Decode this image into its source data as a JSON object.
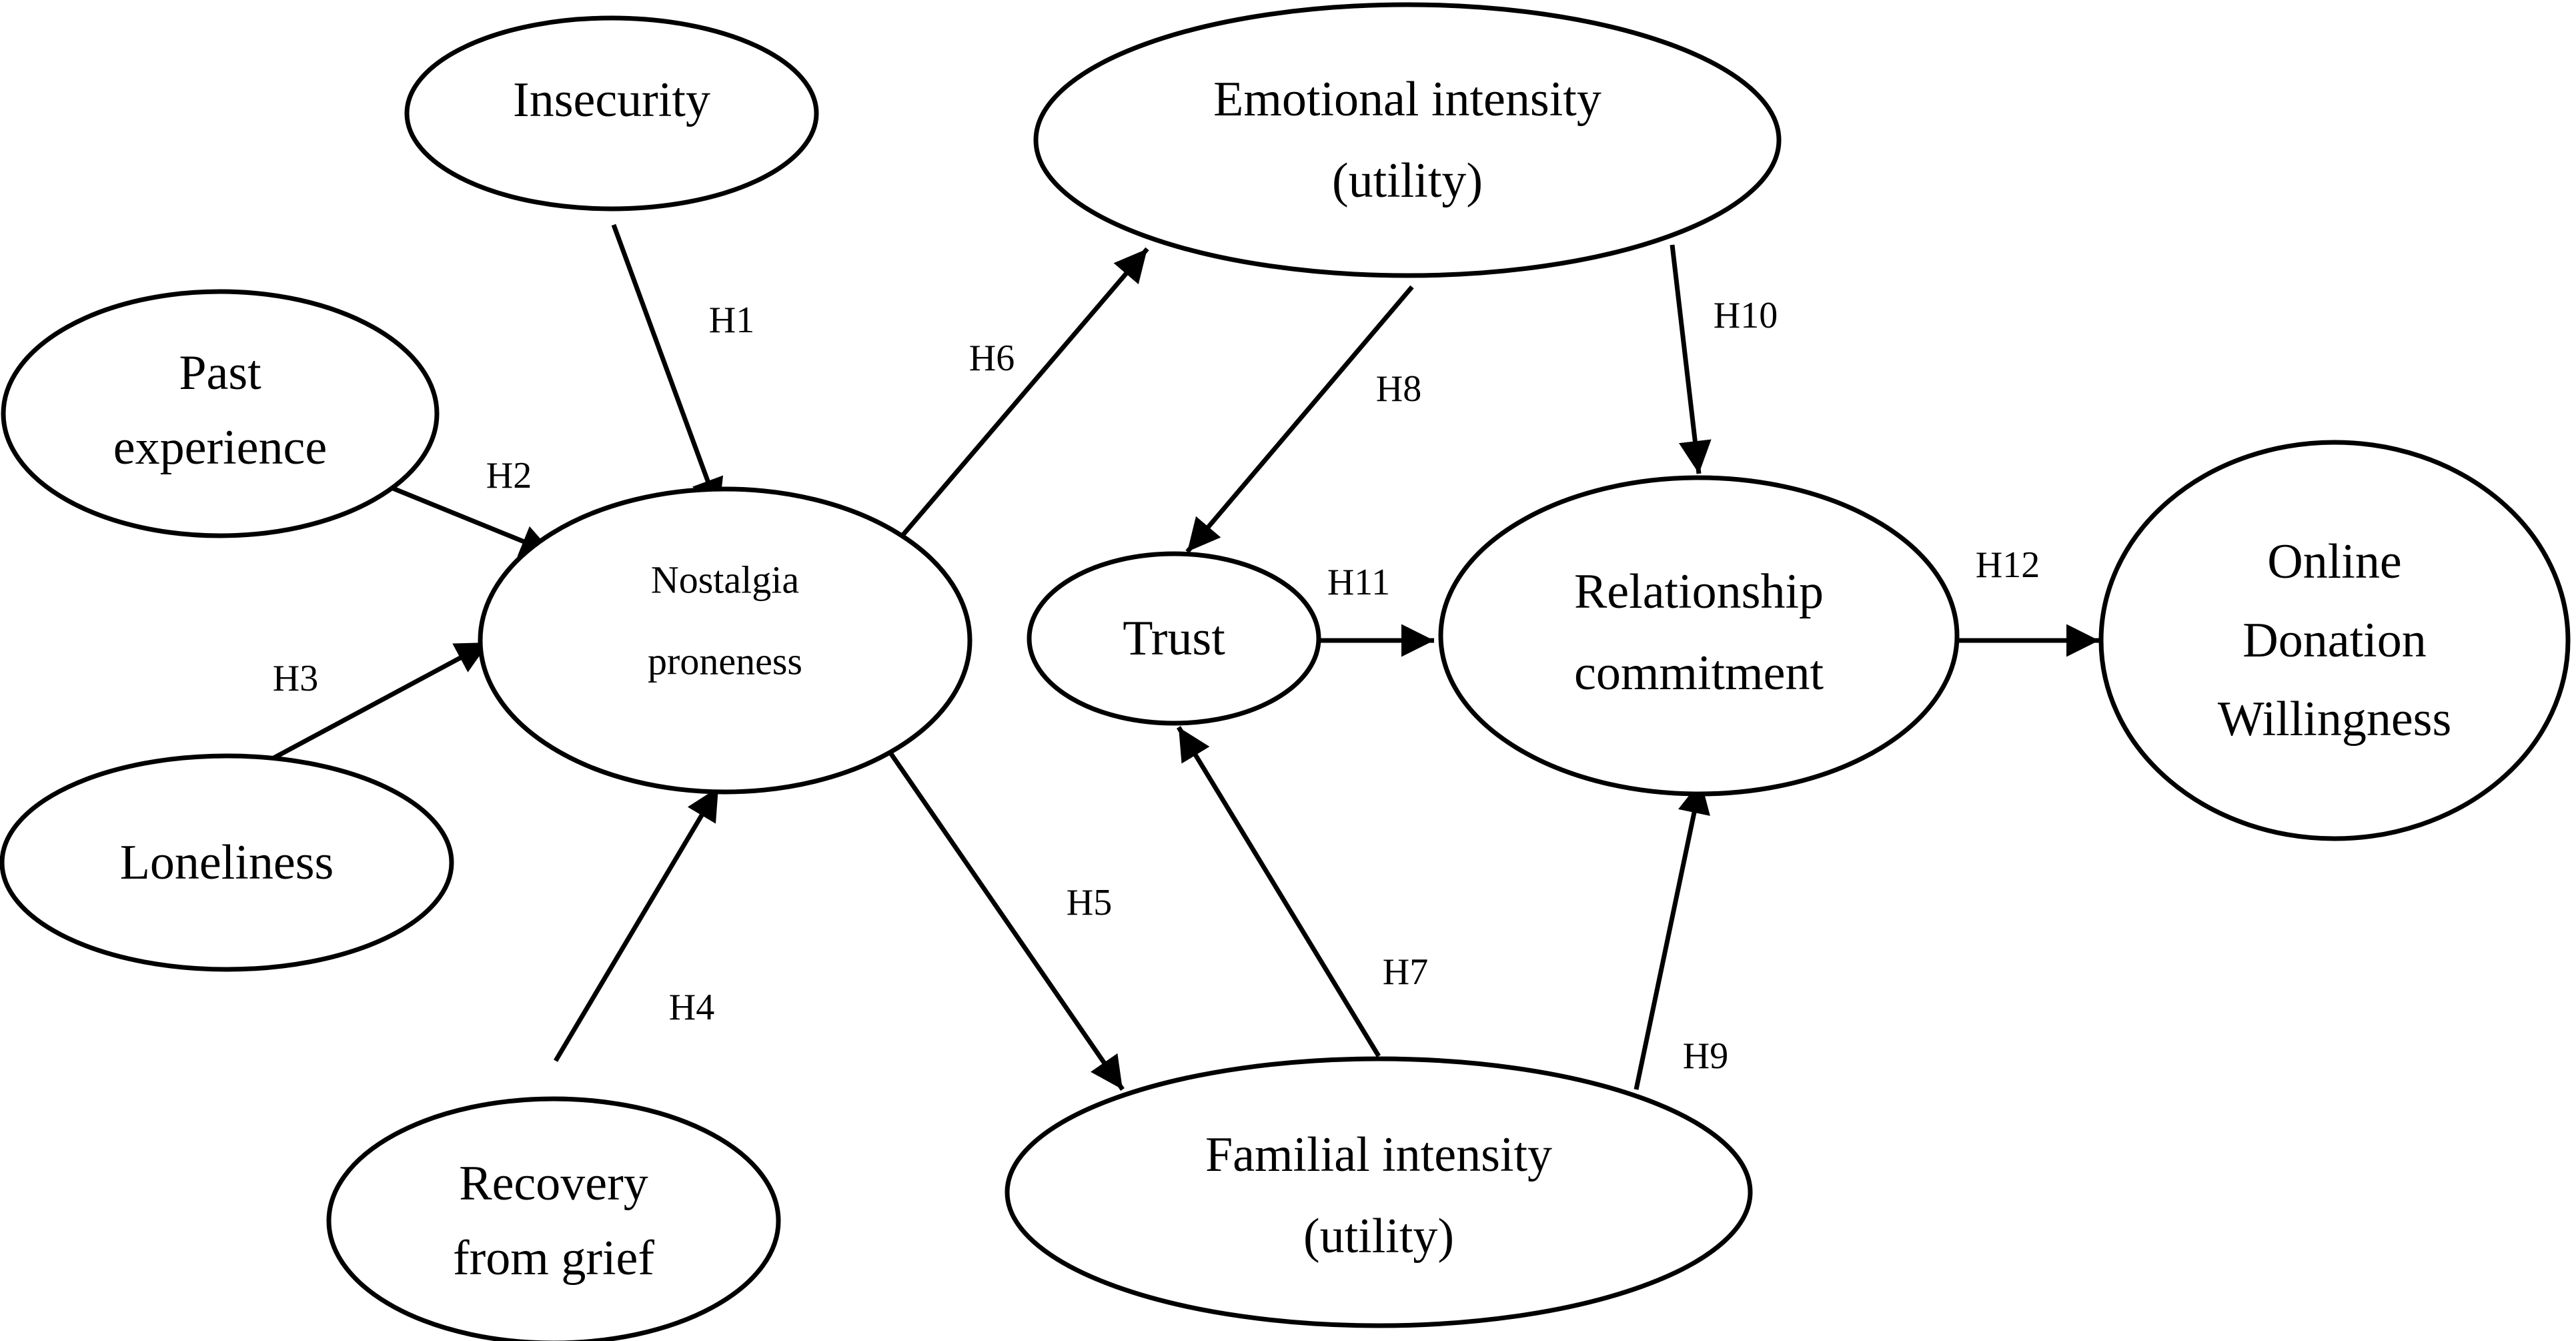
{
  "diagram": {
    "nodes": [
      {
        "id": "insecurity",
        "lines": [
          "Insecurity"
        ]
      },
      {
        "id": "past-experience",
        "lines": [
          "Past",
          "experience"
        ]
      },
      {
        "id": "loneliness",
        "lines": [
          "Loneliness"
        ]
      },
      {
        "id": "recovery-from-grief",
        "lines": [
          "Recovery",
          "from grief"
        ]
      },
      {
        "id": "nostalgia-proneness",
        "lines": [
          "Nostalgia",
          "proneness"
        ]
      },
      {
        "id": "emotional-intensity",
        "lines": [
          "Emotional intensity",
          "(utility)"
        ]
      },
      {
        "id": "trust",
        "lines": [
          "Trust"
        ]
      },
      {
        "id": "familial-intensity",
        "lines": [
          "Familial intensity",
          "(utility)"
        ]
      },
      {
        "id": "relationship-commitment",
        "lines": [
          "Relationship",
          "commitment"
        ]
      },
      {
        "id": "online-donation-willingness",
        "lines": [
          "Online",
          "Donation",
          "Willingness"
        ]
      }
    ],
    "edges": [
      {
        "id": "h1",
        "label": "H1",
        "from": "insecurity",
        "to": "nostalgia-proneness"
      },
      {
        "id": "h2",
        "label": "H2",
        "from": "past-experience",
        "to": "nostalgia-proneness"
      },
      {
        "id": "h3",
        "label": "H3",
        "from": "loneliness",
        "to": "nostalgia-proneness"
      },
      {
        "id": "h4",
        "label": "H4",
        "from": "recovery-from-grief",
        "to": "nostalgia-proneness"
      },
      {
        "id": "h5",
        "label": "H5",
        "from": "nostalgia-proneness",
        "to": "familial-intensity"
      },
      {
        "id": "h6",
        "label": "H6",
        "from": "nostalgia-proneness",
        "to": "emotional-intensity"
      },
      {
        "id": "h7",
        "label": "H7",
        "from": "familial-intensity",
        "to": "trust"
      },
      {
        "id": "h8",
        "label": "H8",
        "from": "emotional-intensity",
        "to": "trust"
      },
      {
        "id": "h9",
        "label": "H9",
        "from": "familial-intensity",
        "to": "relationship-commitment"
      },
      {
        "id": "h10",
        "label": "H10",
        "from": "emotional-intensity",
        "to": "relationship-commitment"
      },
      {
        "id": "h11",
        "label": "H11",
        "from": "trust",
        "to": "relationship-commitment"
      },
      {
        "id": "h12",
        "label": "H12",
        "from": "relationship-commitment",
        "to": "online-donation-willingness"
      }
    ]
  }
}
